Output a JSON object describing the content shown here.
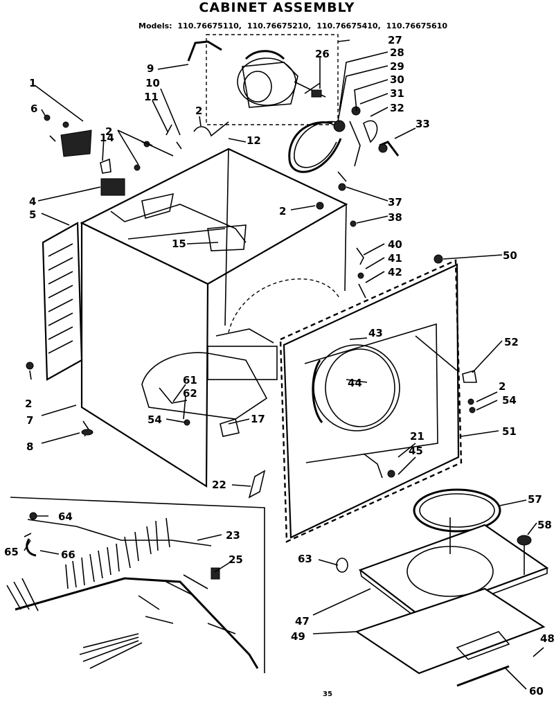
{
  "title": "CABINET ASSEMBLY",
  "models_label": "Models:",
  "models": [
    "110.76675110,",
    "110.76675210,",
    "110.76675410,",
    "110.76675610"
  ],
  "page_number": "35",
  "callouts": [
    "1",
    "2",
    "4",
    "5",
    "6",
    "7",
    "8",
    "9",
    "10",
    "11",
    "12",
    "14",
    "15",
    "17",
    "21",
    "22",
    "23",
    "25",
    "26",
    "27",
    "28",
    "29",
    "30",
    "31",
    "32",
    "33",
    "37",
    "38",
    "40",
    "41",
    "42",
    "43",
    "44",
    "45",
    "47",
    "48",
    "49",
    "50",
    "51",
    "52",
    "54",
    "57",
    "58",
    "60",
    "61",
    "62",
    "63",
    "64",
    "65",
    "66"
  ]
}
